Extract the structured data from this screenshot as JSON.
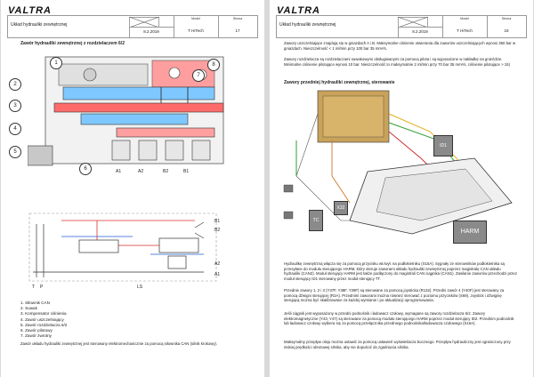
{
  "left": {
    "logo": "VALTRA",
    "header": {
      "title": "Układ hydrauliki zewnętrznej",
      "date": "8.2.2019",
      "model_label": "Model",
      "model_value": "T HiTech",
      "page_label": "Strona",
      "page_value": "17"
    },
    "section_title": "Zawór hydrauliki zewnętrznej z rozdzielaczem 6/2",
    "callouts": [
      "1",
      "2",
      "3",
      "4",
      "5",
      "6",
      "7",
      "8"
    ],
    "ports": [
      "A1",
      "A2",
      "B2",
      "B1",
      "T",
      "P",
      "LS",
      "B1",
      "A1",
      "B2",
      "A2"
    ],
    "legend": [
      "1.  Siłownik CAN",
      "2.  Suwak",
      "3.  Kompensator ciśnienia",
      "4.  Zawór uszczelniający",
      "5.  Zawór rozdzielacza 6/2",
      "6.  Zawór pilotowy",
      "7.  Zawór zwrotny"
    ],
    "footnote": "Zawór układu hydrauliki zewnętrznej jest sterowany elektromechanicznie za pomocą siłownika CAN (silnik krokowy)."
  },
  "right": {
    "logo": "VALTRA",
    "header": {
      "title": "Układ hydrauliki zewnętrznej",
      "date": "8.2.2019",
      "model_label": "Model",
      "model_value": "T HiTech",
      "page_label": "Strona",
      "page_value": "18"
    },
    "intro": [
      "Zawory uszczelniające znajdują się w gniazdach A i B. Maksymalne ciśnienie otwierania dla zaworów uszczelniających wynosi 350 bar w gniazdach. Nieszczelność < 1 ml/min przy 100 bar 35 mm²/s.",
      "Zawory rozdzielacza są rozdzielaczami suwakowymi obsługiwanymi za pomocą pilota i są wyposażone w nakładkę na gnieździe. Minimalne ciśnienie pilotujące wynosi 10 bar. Nieszczelność to maksymalnie 2 ml/min przy 70 bar 35 mm²/s, ciśnienie pilotujące > 15)"
    ],
    "section_title": "Zawory przedniej hydrauliki zewnętrznej, sterowanie",
    "diagram_labels": [
      "X32",
      "TC",
      "ID1",
      "HARM"
    ],
    "body": [
      "Hydraulikę zewnętrzną włącza się za pomocą przycisku wł./wył. na podłokietniku (S15A). Sygnały ze sterowników podłokietnika są przesyłane do modułu sterującego HARM, który steruje zaworami układu hydrauliki zewnętrznej poprzez magistralę CAN układu hydrauliki (CAN2). Moduł sterujący HARM jest także podłączony do magistrali CAN ciągnika (CAN1). Zasilanie zaworów przechodzi przez moduł sterujący ID1 sterowany przez moduł sterujący TT.",
      "Przednie zawory 1, 2 i 3 (Y37F, Y38F, Y39F) są sterowane za pomocą joysticka (R132). Przedni zawór 4 (Y40F) jest sterowany za pomocą dźwigni sterującej (R2A). Przednimi zaworami można również sterować z poziomu przycisków (S69). Joystick i dźwignię sterującą można być skalibrowane za każdej wymianie i po aktualizacji oprogramowania.",
      "Jeśli ciągnik jest wyposażony w przedni podnośnik i ładowacz czołowy, wymagane są zawory rozdzielacza 6/2. Zawory elektromagnetyczne (Y43, Y47) są sterowane za pomocą modułu sterującego HARM poprzez moduł sterujący ID2. Przednim podnośnik lub ładowacz czołowy wybiera się za pomocą przełącznika przedniego podnośnika/ładowacza czołowego (S16A).",
      "Maksymalny przepływ oleju można ustawić za pomocą ustawień wyświetlacza bocznego. Przepływ hydrauliczny jest ograniczony przy niskiej prędkości obrotowej silnika, aby nie dopuścić do zgaśnięcia silnika."
    ]
  }
}
